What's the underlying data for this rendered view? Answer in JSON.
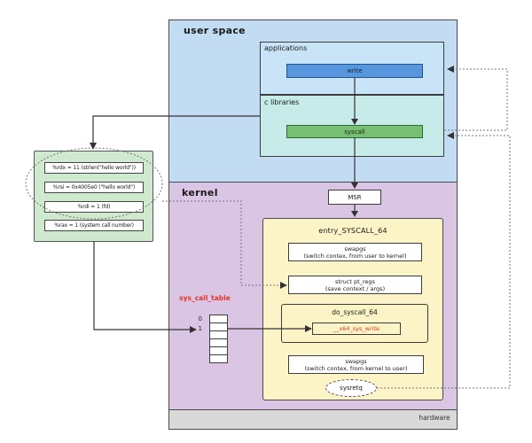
{
  "colors": {
    "user_space_bg": "#c2dcf3",
    "applications_bg": "#c9e3f7",
    "c_libraries_bg": "#c6ebe9",
    "kernel_bg": "#dbc5e5",
    "entry_bg": "#fcf4c6",
    "write_fill": "#5596dc",
    "syscall_fill": "#77c073",
    "registers_bg": "#cee9ce",
    "hardware_bg": "#d9d9d9",
    "accent_red": "#e53528"
  },
  "user_space": {
    "label": "user space",
    "applications": {
      "label": "applications",
      "write_label": "write"
    },
    "c_libraries": {
      "label": "c libraries",
      "syscall_label": "syscall"
    }
  },
  "kernel": {
    "label": "kernel",
    "msr_label": "MSR",
    "entry": {
      "title": "entry_SYSCALL_64",
      "swapgs_enter": {
        "line1": "swapgs",
        "line2": "(switch contex, from user to kernel)"
      },
      "pt_regs": {
        "line1": "struct pt_regs",
        "line2": "(save context / args)"
      },
      "do_syscall": {
        "title": "do_syscall_64",
        "handler": "__x64_sys_write"
      },
      "swapgs_exit": {
        "line1": "swapgs",
        "line2": "(switch contex, from kernel to user)"
      },
      "sysretq_label": "sysretq"
    },
    "sys_call_table": {
      "label": "sys_call_table",
      "index_labels": [
        "0",
        "1"
      ],
      "slot_count": 6
    }
  },
  "hardware": {
    "label": "hardware"
  },
  "registers": {
    "rows": [
      "%rdx = 11 (strlen(\"hello world\"))",
      "%rsi = 0x4005e0 (\"hello world\")",
      "%rdi = 1 (fd)",
      "%rax = 1 (system call number)"
    ]
  }
}
